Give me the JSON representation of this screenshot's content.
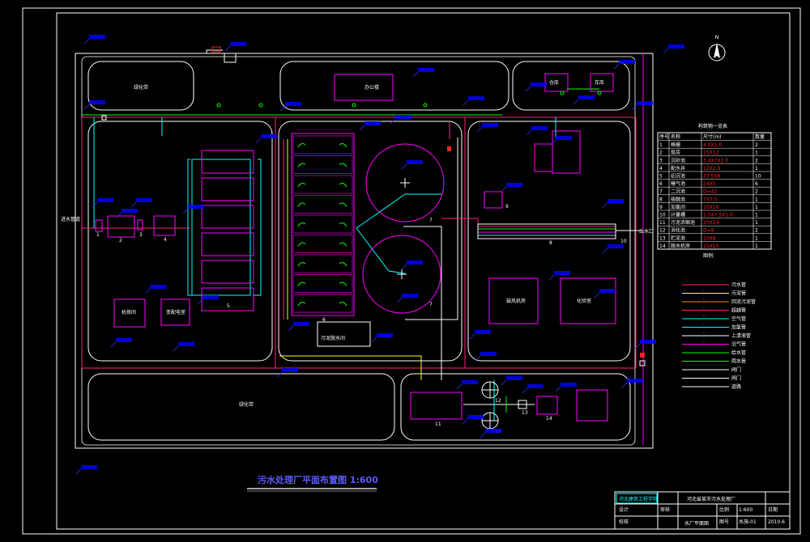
{
  "drawing": {
    "title": "污水处理厂平面布置图 1:600",
    "north_symbol": "N"
  },
  "labels": {
    "office": "办公楼",
    "green_left": "绿化带",
    "green_bottom": "绿化带",
    "inlet": "进水管道",
    "outlet": "出水口",
    "sludge_house": "污泥脱水间",
    "store": "仓库",
    "garage": "车库",
    "blower": "鼓风机房",
    "lab": "化验室",
    "repair": "机修间",
    "control": "变配电室"
  },
  "unit_numbers": [
    "1",
    "2",
    "3",
    "4",
    "5",
    "6",
    "7",
    "7",
    "8",
    "9",
    "10",
    "11",
    "12",
    "12",
    "13",
    "14"
  ],
  "structure_table": {
    "title": "构筑物一览表",
    "headers": [
      "序号",
      "名称",
      "尺寸(m)",
      "数量"
    ],
    "rows": [
      {
        "no": "1",
        "name": "格栅",
        "size": "4.0X1.0",
        "qty": "2"
      },
      {
        "no": "2",
        "name": "泵房",
        "size": "15X12",
        "qty": "1"
      },
      {
        "no": "3",
        "name": "沉砂池",
        "size": "3.4X7X2.0",
        "qty": "2"
      },
      {
        "no": "4",
        "name": "配水井",
        "size": "12X2.8",
        "qty": "1"
      },
      {
        "no": "5",
        "name": "初沉池",
        "size": "27.5X6",
        "qty": "10"
      },
      {
        "no": "6",
        "name": "曝气池",
        "size": "24X5",
        "qty": "6"
      },
      {
        "no": "7",
        "name": "二沉池",
        "size": "D=42",
        "qty": "2"
      },
      {
        "no": "8",
        "name": "接触池",
        "size": "7X7.5",
        "qty": "1"
      },
      {
        "no": "9",
        "name": "加氯间",
        "size": "10X10",
        "qty": "1"
      },
      {
        "no": "10",
        "name": "计量槽",
        "size": "1.5X7.5X1.0",
        "qty": "1"
      },
      {
        "no": "11",
        "name": "污泥浓缩池",
        "size": "20X14",
        "qty": "1"
      },
      {
        "no": "12",
        "name": "消化池",
        "size": "D=8",
        "qty": "2"
      },
      {
        "no": "13",
        "name": "贮泥池",
        "size": "10X8",
        "qty": "1"
      },
      {
        "no": "14",
        "name": "脱水机房",
        "size": "15X10",
        "qty": "1"
      }
    ]
  },
  "legend": {
    "title": "图例:",
    "items": [
      "污水管",
      "污泥管",
      "回流污泥管",
      "超越管",
      "空气管",
      "加氯管",
      "上清液管",
      "沼气管",
      "给水管",
      "雨水管",
      "阀门",
      "闸门",
      "道路"
    ]
  },
  "title_block": {
    "company": "河北建筑工程学院",
    "project": "河北省某市污水处理厂",
    "drawing_name": "水厂平面图",
    "row_labels": [
      "设计",
      "校核",
      "审核"
    ],
    "fields": [
      "比例",
      "图号",
      "日期"
    ],
    "scale": "1:600",
    "sheet_no": "水施-01",
    "date": "2010.6"
  },
  "colors": {
    "background": "#000000",
    "frame": "#ffffff",
    "road": "#ffffff",
    "sewage_pipe": "#ff2080",
    "sludge_pipe": "#ffff00",
    "air_pipe": "#00ffff",
    "water_pipe": "#00ff00",
    "structure": "#ff00ff",
    "label": "#2020ff",
    "title": "#4040ff"
  }
}
